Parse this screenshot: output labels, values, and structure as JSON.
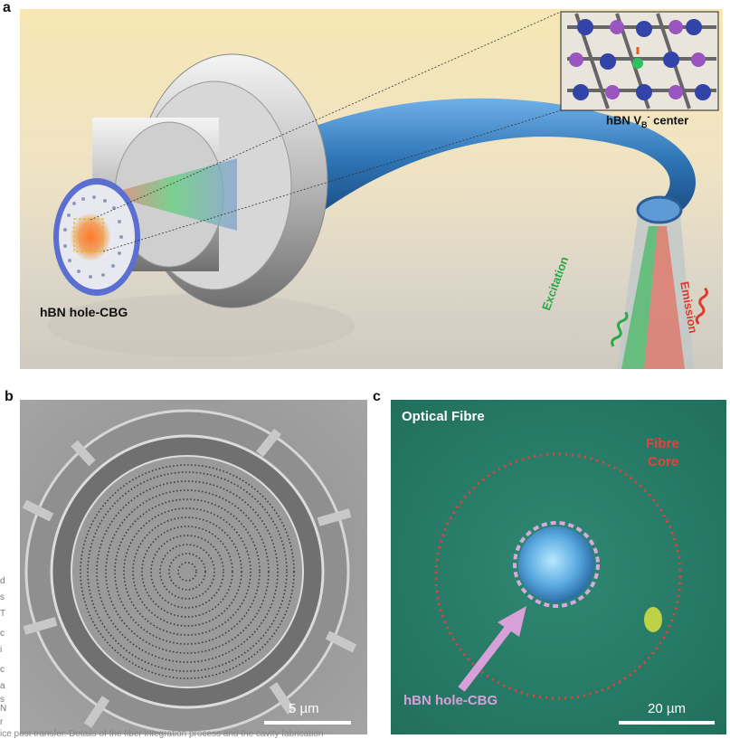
{
  "panels": {
    "a": {
      "letter": "a",
      "inset_label_prefix": "hBN V",
      "inset_label_sub": "B",
      "inset_label_sup": "-",
      "inset_label_suffix": " center",
      "device_label": "hBN hole-CBG",
      "excitation_label": "Excitation",
      "emission_label": "Emission"
    },
    "b": {
      "letter": "b",
      "scale_bar_label": "5 µm"
    },
    "c": {
      "letter": "c",
      "title": "Optical Fibre",
      "core_label_line1": "Fibre",
      "core_label_line2": "Core",
      "device_label": "hBN hole-CBG",
      "scale_bar_label": "20 µm"
    }
  },
  "side_snippets": [
    "d",
    "s",
    "T",
    "c",
    "i",
    "c",
    "a",
    "s",
    "N",
    "r"
  ],
  "caption_fragment": "ice post transfer. Details of the fiber integration process and the cavity fabrication",
  "colors": {
    "fiber_blue": "#2e74b5",
    "excitation_green": "#2aa84a",
    "emission_red": "#e03a2e",
    "core_circle_red": "#e8403a",
    "cbg_outline_pink": "#d8a8e0",
    "arrow_pink": "#d8a0d8"
  }
}
